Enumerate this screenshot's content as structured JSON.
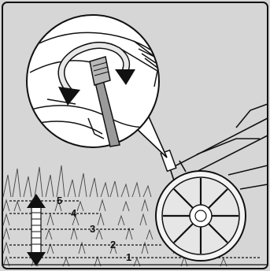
{
  "diagram": {
    "cutting_height_levels": [
      "5",
      "4",
      "3",
      "2",
      "1"
    ],
    "colors": {
      "background": "#d6d6d6",
      "line": "#111111",
      "panel": "#ffffff"
    },
    "icons": [
      "rotate-arrow-icon",
      "height-adjust-arrow-icon",
      "wheel-icon",
      "lever-handle-icon"
    ]
  }
}
